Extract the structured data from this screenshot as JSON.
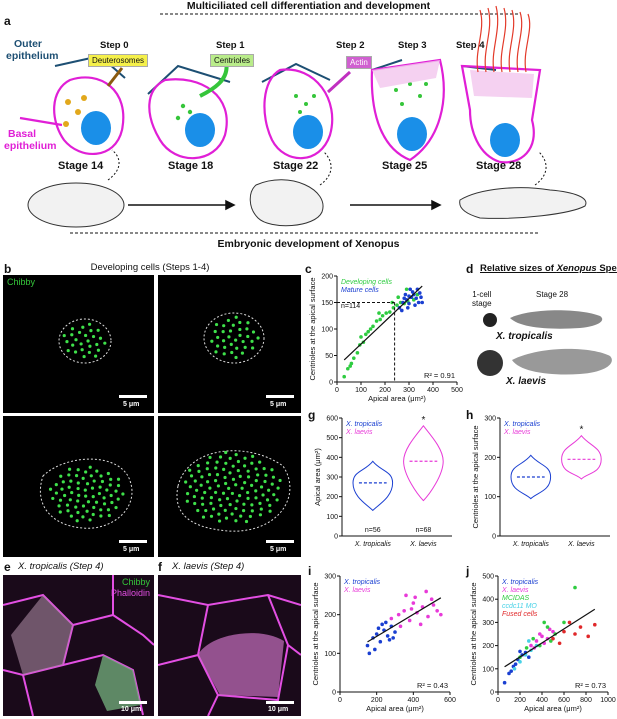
{
  "figure": {
    "panel_labels": [
      "a",
      "b",
      "c",
      "d",
      "e",
      "f",
      "g",
      "h",
      "i",
      "j"
    ],
    "colors": {
      "developing": "#2ecc40",
      "mature": "#1a3fd1",
      "tropicalis": "#1a3fd1",
      "laevis": "#e83ad8",
      "mcidas": "#2ecc40",
      "ccdc11": "#46d1e6",
      "fused": "#e0282a",
      "basal": "#e01fd6",
      "outer": "#1d4f73"
    }
  },
  "panel_a": {
    "title": "Multiciliated cell differentiation and development",
    "outer_label_1": "Outer",
    "outer_label_2": "epithelium",
    "basal_label_1": "Basal",
    "basal_label_2": "epithelium",
    "steps": [
      "Step 0",
      "Step 1",
      "Step 2",
      "Step 3",
      "Step 4"
    ],
    "tags": [
      "Deuterosomes",
      "Centrioles",
      "Actin"
    ],
    "stages": [
      "Stage 14",
      "Stage 18",
      "Stage 22",
      "Stage 25",
      "Stage 28"
    ],
    "bottom_title": "Embryonic development of Xenopus"
  },
  "panel_b": {
    "title": "Developing cells (Steps 1-4)",
    "channel": "Chibby",
    "scale": "5 μm"
  },
  "panel_d": {
    "title_prefix": "Relative sizes of ",
    "title_italic": "Xenopus",
    "title_suffix": " Species",
    "col1_1": "1-cell",
    "col1_2": "stage",
    "col2": "Stage 28",
    "species1": "X. tropicalis",
    "species2": "X. laevis"
  },
  "panel_e": {
    "title": "X. tropicalis (Step 4)",
    "channel1": "Chibby",
    "channel2": "Phalloidin",
    "scale": "10 μm"
  },
  "panel_f": {
    "title": "X. laevis (Step 4)",
    "scale": "10 μm"
  },
  "chart_data": [
    {
      "panel": "c",
      "type": "scatter",
      "xlabel": "Apical area (μm²)",
      "ylabel": "Centrioles at the apical surface",
      "xlim": [
        0,
        500
      ],
      "ylim": [
        0,
        200
      ],
      "xticks": [
        0,
        100,
        200,
        300,
        400,
        500
      ],
      "yticks": [
        0,
        50,
        100,
        150,
        200
      ],
      "n_label": "n=114",
      "series": [
        {
          "name": "Developing cells",
          "color": "#2ecc40",
          "points": [
            [
              30,
              10
            ],
            [
              45,
              25
            ],
            [
              60,
              35
            ],
            [
              70,
              45
            ],
            [
              85,
              55
            ],
            [
              95,
              70
            ],
            [
              110,
              75
            ],
            [
              120,
              90
            ],
            [
              140,
              100
            ],
            [
              150,
              105
            ],
            [
              165,
              115
            ],
            [
              180,
              118
            ],
            [
              190,
              125
            ],
            [
              205,
              130
            ],
            [
              220,
              132
            ],
            [
              235,
              140
            ],
            [
              250,
              145
            ],
            [
              265,
              150
            ],
            [
              280,
              148
            ],
            [
              295,
              152
            ],
            [
              310,
              160
            ],
            [
              320,
              155
            ],
            [
              335,
              165
            ],
            [
              290,
              175
            ],
            [
              255,
              160
            ],
            [
              230,
              150
            ],
            [
              175,
              130
            ],
            [
              130,
              95
            ],
            [
              100,
              85
            ],
            [
              55,
              30
            ]
          ]
        },
        {
          "name": "Mature cells",
          "color": "#1a3fd1",
          "points": [
            [
              260,
              140
            ],
            [
              275,
              150
            ],
            [
              290,
              155
            ],
            [
              300,
              148
            ],
            [
              310,
              160
            ],
            [
              320,
              165
            ],
            [
              330,
              158
            ],
            [
              340,
              150
            ],
            [
              350,
              160
            ],
            [
              285,
              165
            ],
            [
              305,
              175
            ],
            [
              315,
              170
            ],
            [
              325,
              145
            ],
            [
              270,
              135
            ],
            [
              345,
              168
            ],
            [
              295,
              140
            ],
            [
              335,
              175
            ],
            [
              355,
              150
            ],
            [
              280,
              158
            ],
            [
              300,
              162
            ]
          ]
        }
      ],
      "r2": "R² = 0.91",
      "guide_x": 240,
      "guide_y": 150
    },
    {
      "panel": "g",
      "type": "violin",
      "ylabel": "Apical area (μm²)",
      "ylim": [
        0,
        600
      ],
      "yticks": [
        0,
        100,
        200,
        300,
        400,
        500,
        600
      ],
      "categories": [
        "X. tropicalis",
        "X. laevis"
      ],
      "n_labels": [
        "n=56",
        "n=68"
      ],
      "medians": [
        270,
        380
      ],
      "ranges": [
        [
          130,
          380
        ],
        [
          180,
          560
        ]
      ],
      "significance": "*"
    },
    {
      "panel": "h",
      "type": "violin",
      "ylabel": "Centrioles at the apical surface",
      "ylim": [
        0,
        300
      ],
      "yticks": [
        0,
        100,
        200,
        300
      ],
      "categories": [
        "X. tropicalis",
        "X. laevis"
      ],
      "medians": [
        150,
        195
      ],
      "ranges": [
        [
          95,
          205
        ],
        [
          145,
          255
        ]
      ],
      "significance": "*"
    },
    {
      "panel": "i",
      "type": "scatter",
      "xlabel": "Apical area (μm²)",
      "ylabel": "Centrioles at the apical surface",
      "xlim": [
        0,
        600
      ],
      "ylim": [
        0,
        300
      ],
      "xticks": [
        0,
        200,
        400,
        600
      ],
      "yticks": [
        0,
        100,
        200,
        300
      ],
      "series": [
        {
          "name": "X. tropicalis",
          "color": "#1a3fd1",
          "points": [
            [
              150,
              120
            ],
            [
              180,
              140
            ],
            [
              200,
              150
            ],
            [
              220,
              130
            ],
            [
              240,
              160
            ],
            [
              260,
              145
            ],
            [
              280,
              170
            ],
            [
              300,
              155
            ],
            [
              190,
              110
            ],
            [
              230,
              175
            ],
            [
              270,
              135
            ],
            [
              210,
              165
            ],
            [
              250,
              180
            ],
            [
              160,
              100
            ],
            [
              290,
              140
            ]
          ]
        },
        {
          "name": "X. laevis",
          "color": "#e83ad8",
          "points": [
            [
              280,
              190
            ],
            [
              320,
              200
            ],
            [
              350,
              210
            ],
            [
              380,
              185
            ],
            [
              400,
              230
            ],
            [
              420,
              205
            ],
            [
              450,
              220
            ],
            [
              480,
              195
            ],
            [
              500,
              240
            ],
            [
              530,
              210
            ],
            [
              360,
              250
            ],
            [
              440,
              175
            ],
            [
              470,
              260
            ],
            [
              390,
              215
            ],
            [
              510,
              225
            ],
            [
              330,
              170
            ],
            [
              550,
              200
            ],
            [
              410,
              245
            ]
          ]
        }
      ],
      "r2": "R² = 0.43"
    },
    {
      "panel": "j",
      "type": "scatter",
      "xlabel": "Apical area (μm²)",
      "ylabel": "Centrioles at the apical surface",
      "xlim": [
        0,
        1000
      ],
      "ylim": [
        0,
        500
      ],
      "xticks": [
        0,
        200,
        400,
        600,
        800,
        1000
      ],
      "yticks": [
        0,
        100,
        200,
        300,
        400,
        500
      ],
      "series": [
        {
          "name": "X. tropicalis",
          "color": "#1a3fd1",
          "points": [
            [
              60,
              40
            ],
            [
              100,
              80
            ],
            [
              140,
              110
            ],
            [
              180,
              140
            ],
            [
              220,
              160
            ],
            [
              250,
              170
            ],
            [
              280,
              150
            ],
            [
              160,
              120
            ],
            [
              120,
              90
            ],
            [
              200,
              175
            ]
          ]
        },
        {
          "name": "X. laevis",
          "color": "#e83ad8",
          "points": [
            [
              300,
              200
            ],
            [
              350,
              220
            ],
            [
              400,
              240
            ],
            [
              450,
              230
            ],
            [
              500,
              260
            ],
            [
              380,
              250
            ],
            [
              420,
              210
            ],
            [
              470,
              270
            ],
            [
              330,
              190
            ]
          ]
        },
        {
          "name": "MCIDAS",
          "color": "#2ecc40",
          "points": [
            [
              200,
              150
            ],
            [
              260,
              190
            ],
            [
              320,
              230
            ],
            [
              380,
              200
            ],
            [
              450,
              280
            ],
            [
              520,
              250
            ],
            [
              600,
              300
            ],
            [
              700,
              450
            ],
            [
              420,
              300
            ],
            [
              480,
              220
            ]
          ]
        },
        {
          "name": "ccdc11 MO",
          "color": "#46d1e6",
          "points": [
            [
              150,
              100
            ],
            [
              200,
              130
            ],
            [
              250,
              160
            ],
            [
              300,
              180
            ],
            [
              350,
              200
            ],
            [
              280,
              220
            ]
          ]
        },
        {
          "name": "Fused cells",
          "color": "#e0282a",
          "points": [
            [
              500,
              230
            ],
            [
              600,
              260
            ],
            [
              650,
              300
            ],
            [
              700,
              250
            ],
            [
              750,
              280
            ],
            [
              820,
              240
            ],
            [
              880,
              290
            ],
            [
              560,
              210
            ]
          ]
        }
      ],
      "r2": "R² = 0.73"
    }
  ]
}
